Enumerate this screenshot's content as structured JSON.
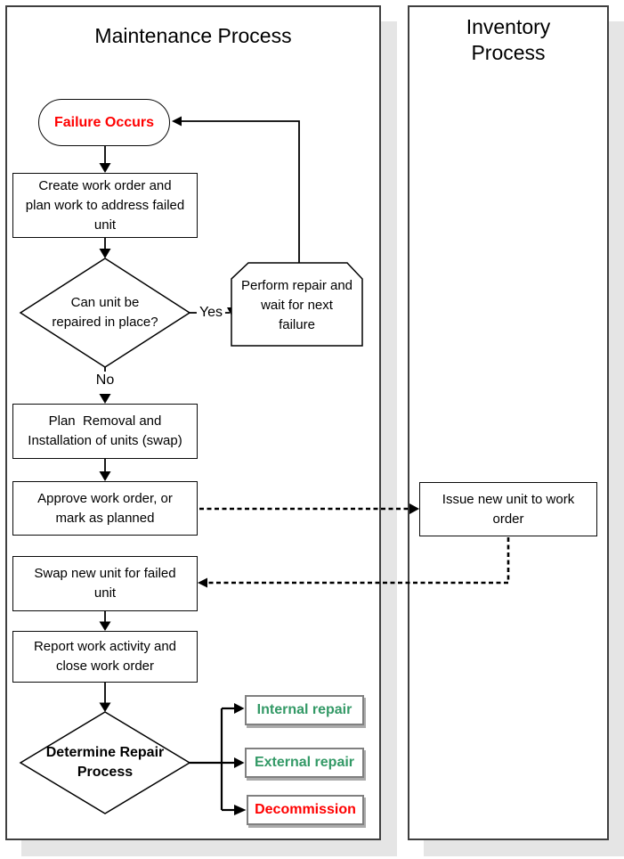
{
  "diagram": {
    "maintenance_title": "Maintenance Process",
    "inventory_title": "Inventory\nProcess"
  },
  "nodes": {
    "failure": {
      "label": "Failure Occurs"
    },
    "create": {
      "label": "Create work order and\nplan work to address failed\nunit"
    },
    "decision_repair_in_place": {
      "label": "Can unit be\nrepaired in place?"
    },
    "perform_repair": {
      "label": "Perform repair and\nwait for next\nfailure"
    },
    "plan_swap": {
      "label": "Plan  Removal and\nInstallation of units (swap)"
    },
    "approve": {
      "label": "Approve work order, or\nmark as planned"
    },
    "issue_unit": {
      "label": "Issue new unit to work\norder"
    },
    "swap_unit": {
      "label": "Swap new unit for failed\nunit"
    },
    "report": {
      "label": "Report work activity and\nclose work order"
    },
    "decision_repair_process": {
      "label": "Determine Repair\nProcess"
    },
    "internal_repair": {
      "label": "Internal repair"
    },
    "external_repair": {
      "label": "External repair"
    },
    "decommission": {
      "label": "Decommission"
    }
  },
  "edge_labels": {
    "yes": "Yes",
    "no": "No"
  },
  "colors": {
    "failure_text": "#ff0000",
    "repair_text_green": "#339966",
    "decommission_text": "#ff0000",
    "result_box_border": "#808080",
    "panel_border": "#3f3f3f",
    "panel_shadow": "#e5e5e5",
    "connector": "#000000"
  }
}
